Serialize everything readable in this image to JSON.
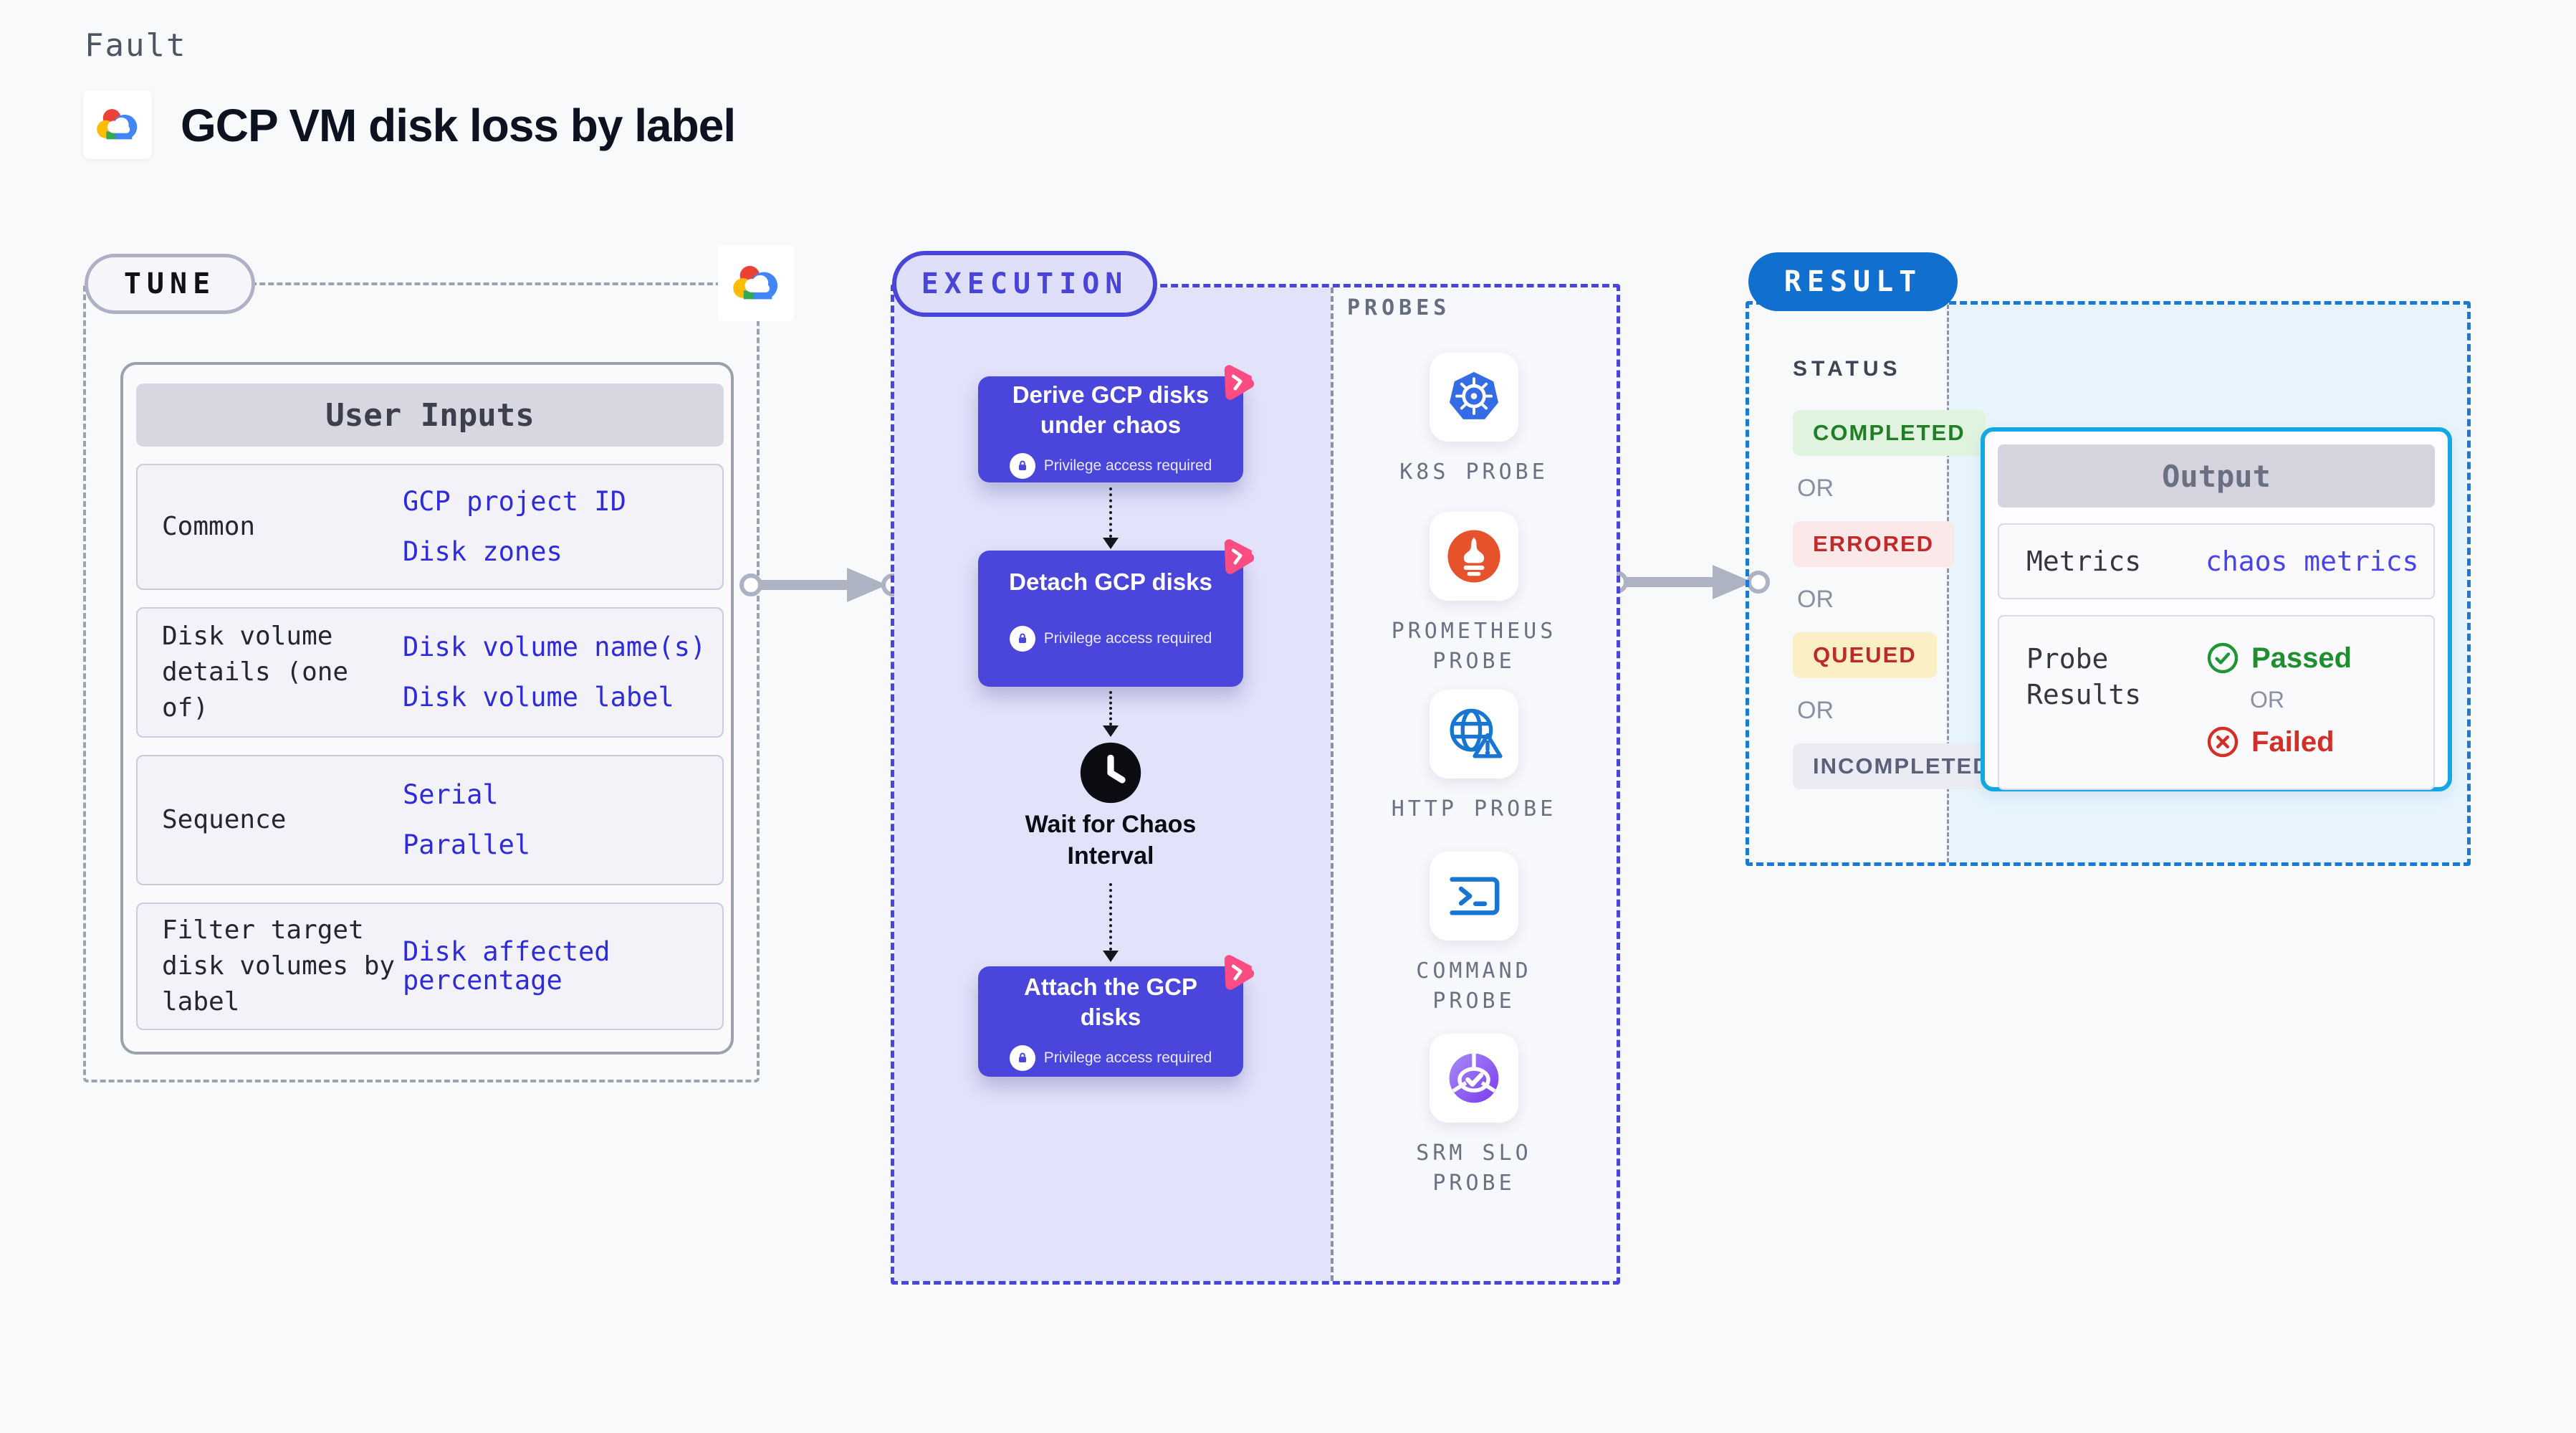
{
  "header": {
    "kicker": "Fault",
    "title": "GCP VM disk loss by label"
  },
  "tune": {
    "pill": "TUNE",
    "table": {
      "header": "User Inputs",
      "rows": [
        {
          "label": "Common",
          "values": [
            "GCP project ID",
            "Disk zones"
          ]
        },
        {
          "label": "Disk volume details (one of)",
          "values": [
            "Disk volume name(s)",
            "Disk volume label"
          ]
        },
        {
          "label": "Sequence",
          "values": [
            "Serial",
            "Parallel"
          ]
        },
        {
          "label": "Filter target disk volumes by label",
          "values": [
            "Disk affected percentage"
          ]
        }
      ]
    }
  },
  "execution": {
    "pill": "EXECUTION",
    "steps": {
      "derive": {
        "title": "Derive GCP disks under chaos",
        "badge": "Privilege access required"
      },
      "detach": {
        "title": "Detach GCP disks",
        "badge": "Privilege access required"
      },
      "wait": {
        "title": "Wait for Chaos Interval"
      },
      "attach": {
        "title": "Attach the GCP disks",
        "badge": "Privilege access required"
      }
    },
    "probes": {
      "label": "PROBES",
      "items": [
        {
          "label": "K8S PROBE",
          "icon": "kubernetes-icon"
        },
        {
          "label": "PROMETHEUS PROBE",
          "icon": "prometheus-icon"
        },
        {
          "label": "HTTP PROBE",
          "icon": "http-globe-warning-icon"
        },
        {
          "label": "COMMAND PROBE",
          "icon": "terminal-icon"
        },
        {
          "label": "SRM SLO PROBE",
          "icon": "srm-slo-donut-check-icon"
        }
      ]
    }
  },
  "result": {
    "pill": "RESULT",
    "status": {
      "label": "STATUS",
      "or": "OR",
      "badges": [
        {
          "text": "COMPLETED",
          "bg": "#DFF3DF",
          "color": "#1F7E26"
        },
        {
          "text": "ERRORED",
          "bg": "#FBE9E9",
          "color": "#C12A2A"
        },
        {
          "text": "QUEUED",
          "bg": "#FBEFC6",
          "color": "#BE2B24"
        },
        {
          "text": "INCOMPLETED",
          "bg": "#EBECF3",
          "color": "#596077"
        }
      ]
    },
    "output": {
      "header": "Output",
      "metrics_label": "Metrics",
      "metrics_value": "chaos metrics",
      "probe_results_label": "Probe Results",
      "passed": "Passed",
      "or": "OR",
      "failed": "Failed"
    }
  },
  "colors": {
    "page_bg": "#F8F9FB",
    "accent_indigo": "#4945D9",
    "execution_fill": "#E3E2FB",
    "step_card_purple": "#4B46DB",
    "litmus_pink": "#FB4D83",
    "result_pill_blue": "#1170CF",
    "result_dash_blue": "#1B79D6",
    "output_border_cyan": "#13A7E3",
    "arrow_gray": "#AEB3C3",
    "table_value_blue": "#2E2BDB",
    "passed_green": "#1E8E2E",
    "failed_red": "#D32F27"
  }
}
